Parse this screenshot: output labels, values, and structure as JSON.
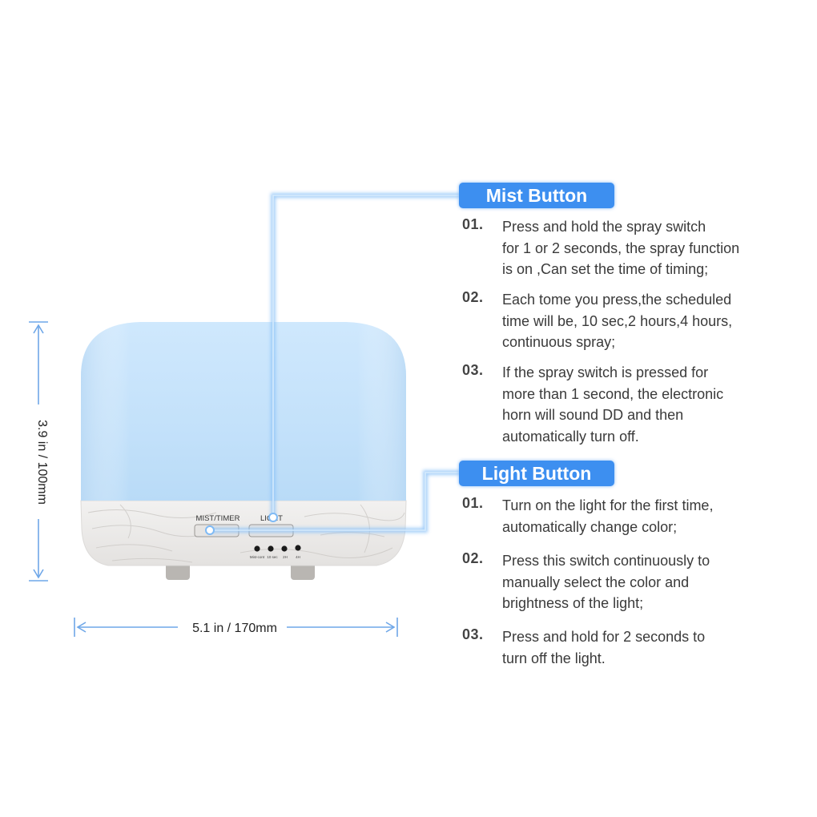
{
  "product": {
    "panel_left_label": "MIST/TIMER",
    "panel_right_label": "LIGHT",
    "indicators": [
      "Mist-cont",
      "10 sec",
      "2H",
      "4H"
    ]
  },
  "dimensions": {
    "height": "3.9 in / 100mm",
    "width": "5.1 in / 170mm"
  },
  "mist_section": {
    "title": "Mist Button",
    "items": [
      {
        "num": "01.",
        "text": "Press and hold the spray switch\nfor 1 or 2 seconds, the spray function\nis on ,Can set the time of timing;"
      },
      {
        "num": "02.",
        "text": "Each tome you press,the scheduled\ntime will be, 10 sec,2 hours,4 hours,\ncontinuous spray;"
      },
      {
        "num": "03.",
        "text": "If the spray switch is pressed for\nmore than 1 second, the electronic\nhorn will sound DD and then\nautomatically turn off."
      }
    ]
  },
  "light_section": {
    "title": "Light Button",
    "items": [
      {
        "num": "01.",
        "text": "Turn on the light for the first time,\nautomatically change color;"
      },
      {
        "num": "02.",
        "text": "Press this switch continuously to\nmanually select the color and\nbrightness of the light;"
      },
      {
        "num": "03.",
        "text": "Press and hold for 2 seconds to\nturn off the light."
      }
    ]
  },
  "colors": {
    "accent": "#3d8ff0",
    "callout_line": "#8ec3f7",
    "dimension_line": "#6fa7e8",
    "dome": "#c9e4fb",
    "wood_base": "#ecebea"
  }
}
